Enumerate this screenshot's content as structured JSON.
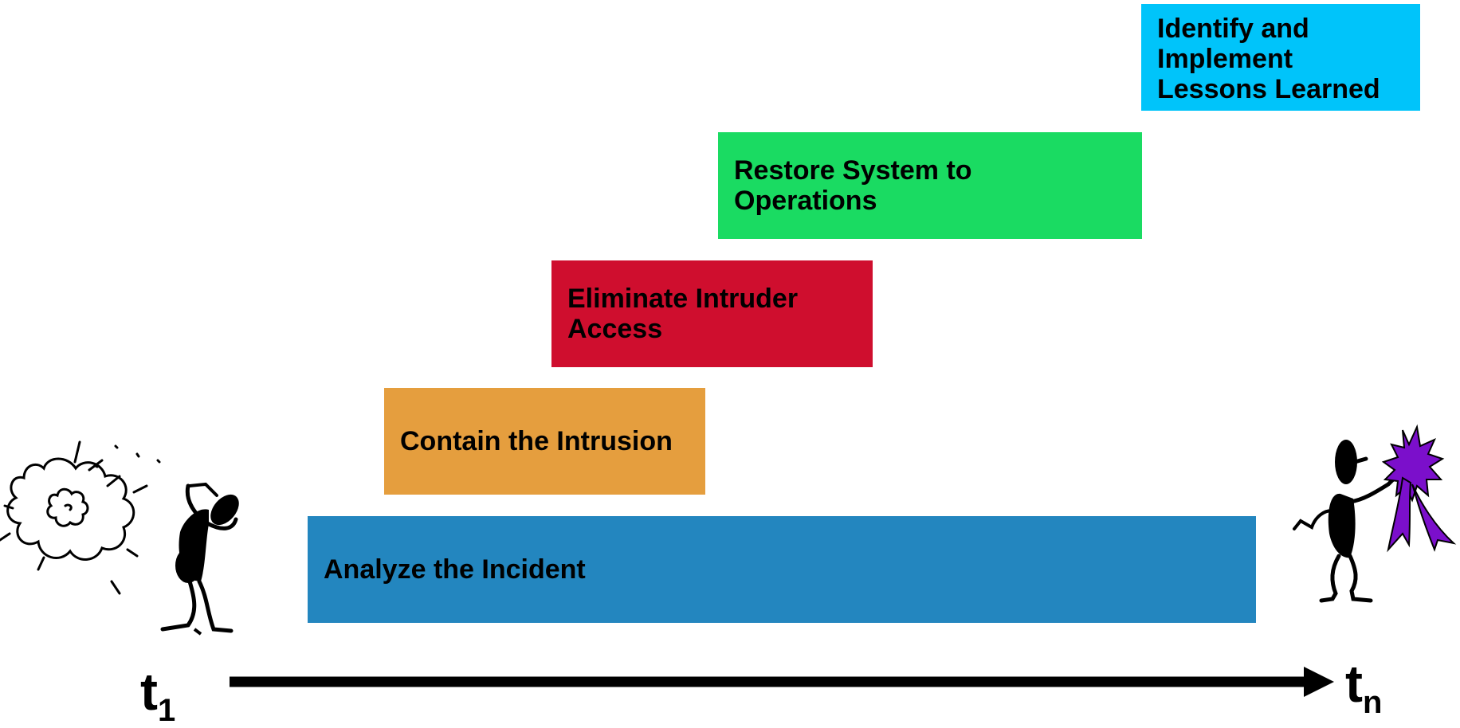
{
  "phases": [
    {
      "id": "analyze",
      "label": "Analyze the Incident",
      "color": "#2386BF"
    },
    {
      "id": "contain",
      "label": "Contain the Intrusion",
      "color": "#E59E3E"
    },
    {
      "id": "eliminate",
      "label": "Eliminate Intruder\nAccess",
      "color": "#CF0E2E"
    },
    {
      "id": "restore",
      "label": "Restore System to\nOperations",
      "color": "#1ADB62"
    },
    {
      "id": "identify",
      "label": "Identify and\nImplement\nLessons Learned",
      "color": "#00C4FA"
    }
  ],
  "timeline": {
    "start_label": "t",
    "start_subscript": "1",
    "end_label": "t",
    "end_subscript": "n"
  },
  "colors": {
    "arrow": "#000000",
    "flag": "#7B0FCB"
  },
  "icons": {
    "left": "stressed-person-explosion-icon",
    "right": "celebrating-person-flag-icon"
  }
}
